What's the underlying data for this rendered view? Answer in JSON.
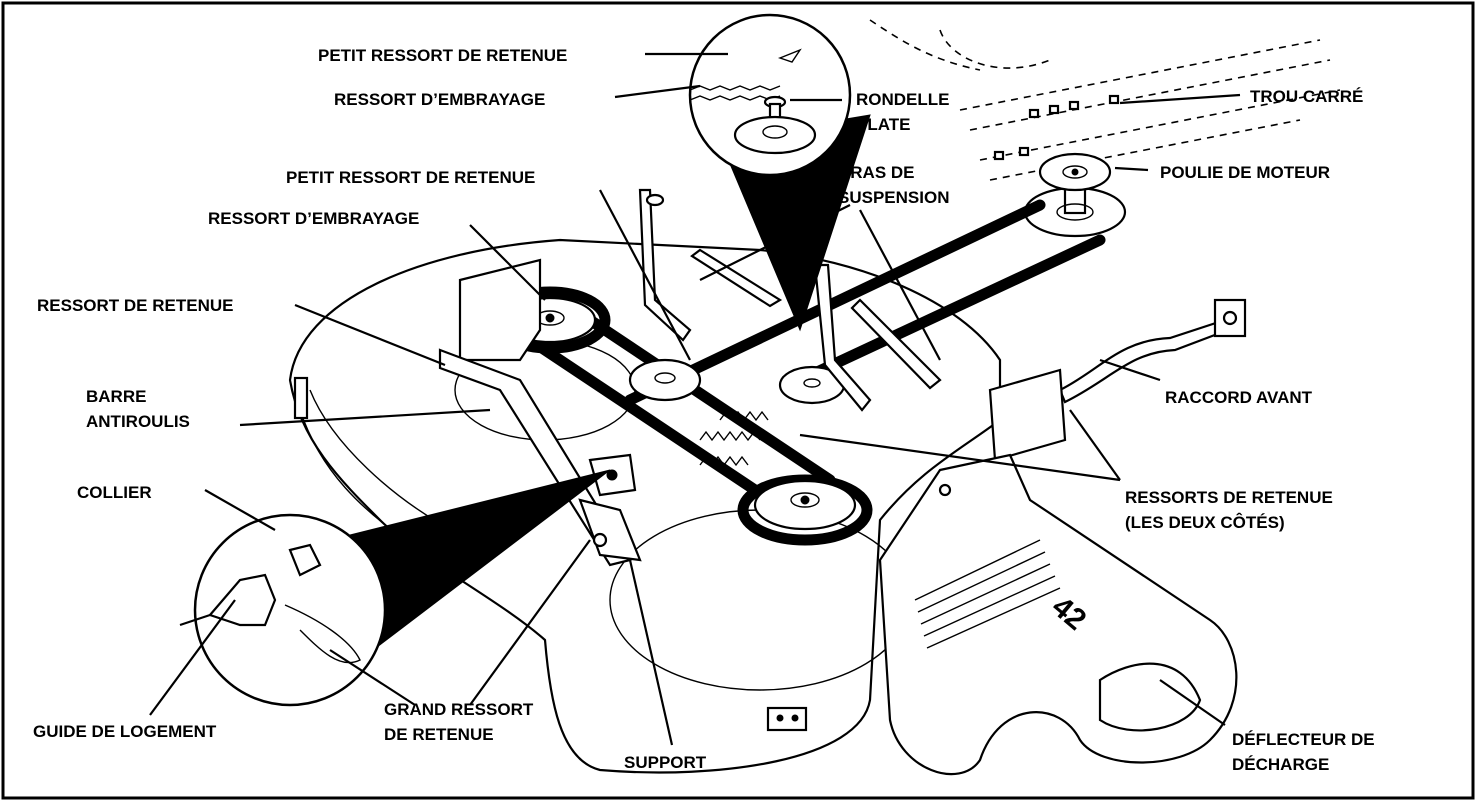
{
  "labels": {
    "petit_ressort_top": "PETIT RESSORT DE RETENUE",
    "ressort_embrayage_top": "RESSORT D’EMBRAYAGE",
    "rondelle_1": "RONDELLE",
    "rondelle_2": "PLATE",
    "trou_carre": "TROU CARRÉ",
    "bras_1": "BRAS DE",
    "bras_2": "SUSPENSION",
    "poulie_moteur": "POULIE DE MOTEUR",
    "petit_ressort_mid": "PETIT RESSORT DE RETENUE",
    "ressort_embrayage_mid": "RESSORT D’EMBRAYAGE",
    "ressort_retenue": "RESSORT DE RETENUE",
    "barre_1": "BARRE",
    "barre_2": "ANTIROULIS",
    "raccord_avant": "RACCORD AVANT",
    "collier": "COLLIER",
    "ressorts_deux_1": "RESSORTS DE RETENUE",
    "ressorts_deux_2": "(LES DEUX CÔTÉS)",
    "guide_logement": "GUIDE DE LOGEMENT",
    "grand_ressort_1": "GRAND RESSORT",
    "grand_ressort_2": "DE RETENUE",
    "support": "SUPPORT",
    "deflecteur_1": "DÉFLECTEUR DE",
    "deflecteur_2": "DÉCHARGE",
    "deck_marking": "42"
  }
}
